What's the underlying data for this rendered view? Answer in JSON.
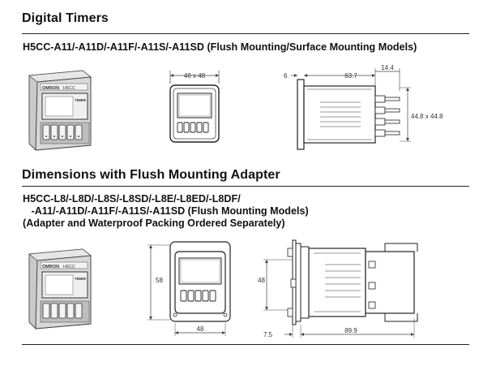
{
  "section1": {
    "title": "Digital Timers",
    "models": "H5CC-A11/-A11D/-A11F/-A11S/-A11SD (Flush Mounting/Surface Mounting Models)",
    "dims": {
      "front_width": "48 x 48",
      "side_left": "6",
      "side_depth": "63.7",
      "side_right": "14.4",
      "side_height": "44.8 x 44.8"
    }
  },
  "section2": {
    "title": "Dimensions with Flush Mounting Adapter",
    "models_line1": "H5CC-L8/-L8D/-L8S/-L8SD/-L8E/-L8ED/-L8DF/",
    "models_line2": "   -A11/-A11D/-A11F/-A11S/-A11SD (Flush Mounting Models)",
    "models_line3": "(Adapter and Waterproof Packing Ordered Separately)",
    "dims": {
      "front_height": "58",
      "front_width": "48",
      "side_height": "48",
      "side_left": "7.5",
      "side_depth": "89.9"
    }
  },
  "product": {
    "brand": "OMRON",
    "model_label": "H5CC",
    "badge": "TIMER"
  }
}
